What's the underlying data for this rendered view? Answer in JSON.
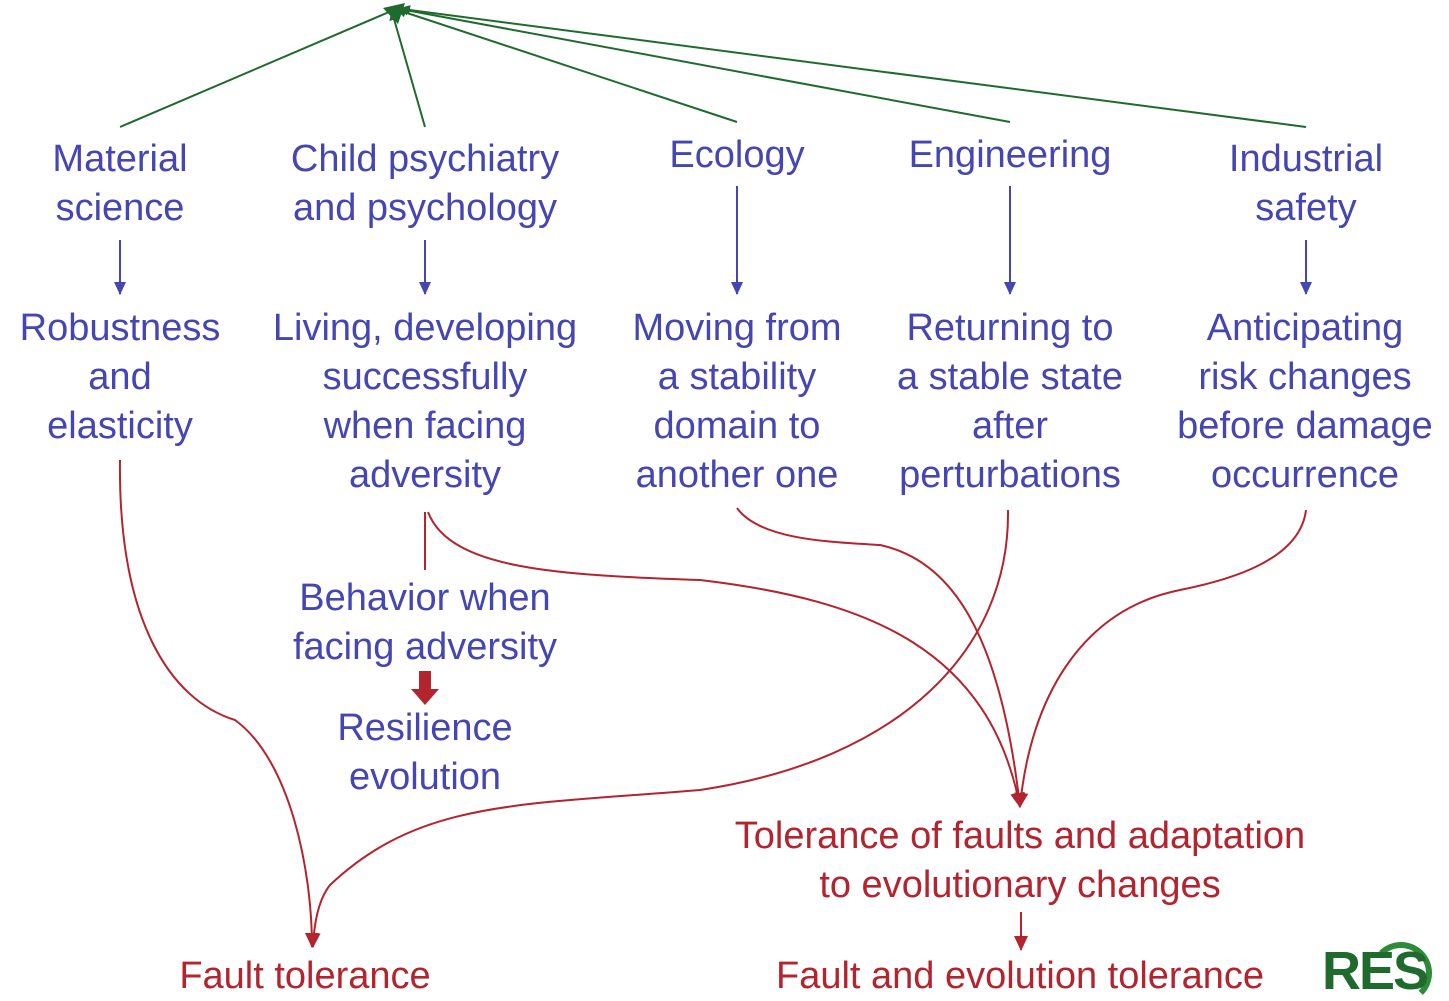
{
  "disciplines": [
    {
      "id": "material",
      "name": "Material\nscience",
      "meaning": "Robustness\nand\nelasticity"
    },
    {
      "id": "child",
      "name": "Child psychiatry\nand psychology",
      "meaning": "Living, developing\nsuccessfully\nwhen facing\nadversity"
    },
    {
      "id": "ecology",
      "name": "Ecology",
      "meaning": "Moving from\na stability\ndomain to\nanother one"
    },
    {
      "id": "engineering",
      "name": "Engineering",
      "meaning": "Returning to\na stable state\nafter\nperturbations"
    },
    {
      "id": "industrial",
      "name": "Industrial\nsafety",
      "meaning": "Anticipating\nrisk changes\nbefore damage\noccurrence"
    }
  ],
  "behavior": "Behavior when\nfacing adversity",
  "resilience_evolution": "Resilience\nevolution",
  "tolerance_adaptation": "Tolerance of faults and adaptation\nto evolutionary changes",
  "fault_tolerance": "Fault tolerance",
  "fault_evolution_tolerance": "Fault and evolution tolerance",
  "logo": {
    "text": "RES",
    "color": "#1f6b2e"
  },
  "colors": {
    "blue": "#4545b4",
    "red": "#b3242e",
    "green": "#1f6b2e"
  }
}
